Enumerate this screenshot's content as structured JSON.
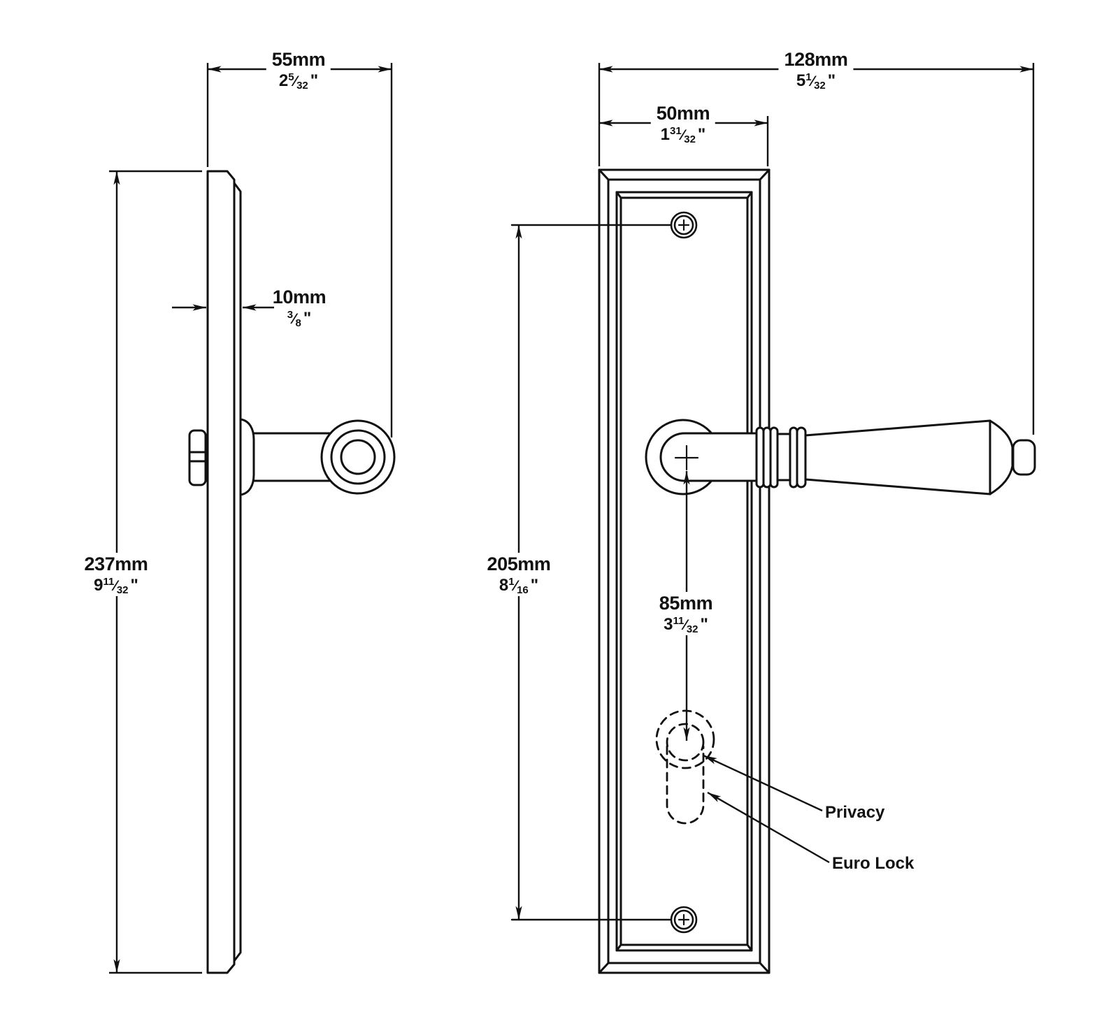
{
  "drawing_title": "Lever handle on backplate - dimensioned technical drawing",
  "colors": {
    "line": "#111111",
    "background": "#ffffff"
  },
  "dims": {
    "side_projection": {
      "mm": "55mm",
      "inch_int": "2",
      "inch_num": "5",
      "inch_den": "32",
      "inch_mark": "\""
    },
    "plate_thickness": {
      "mm": "10mm",
      "inch_int": "",
      "inch_num": "3",
      "inch_den": "8",
      "inch_mark": "\""
    },
    "plate_height": {
      "mm": "237mm",
      "inch_int": "9",
      "inch_num": "11",
      "inch_den": "32",
      "inch_mark": "\""
    },
    "total_width": {
      "mm": "128mm",
      "inch_int": "5",
      "inch_num": "1",
      "inch_den": "32",
      "inch_mark": "\""
    },
    "plate_width": {
      "mm": "50mm",
      "inch_int": "1",
      "inch_num": "31",
      "inch_den": "32",
      "inch_mark": "\""
    },
    "screw_centers": {
      "mm": "205mm",
      "inch_int": "8",
      "inch_num": "1",
      "inch_den": "16",
      "inch_mark": "\""
    },
    "lever_to_lock": {
      "mm": "85mm",
      "inch_int": "3",
      "inch_num": "11",
      "inch_den": "32",
      "inch_mark": "\""
    }
  },
  "callouts": {
    "privacy": "Privacy",
    "euro_lock": "Euro Lock"
  }
}
